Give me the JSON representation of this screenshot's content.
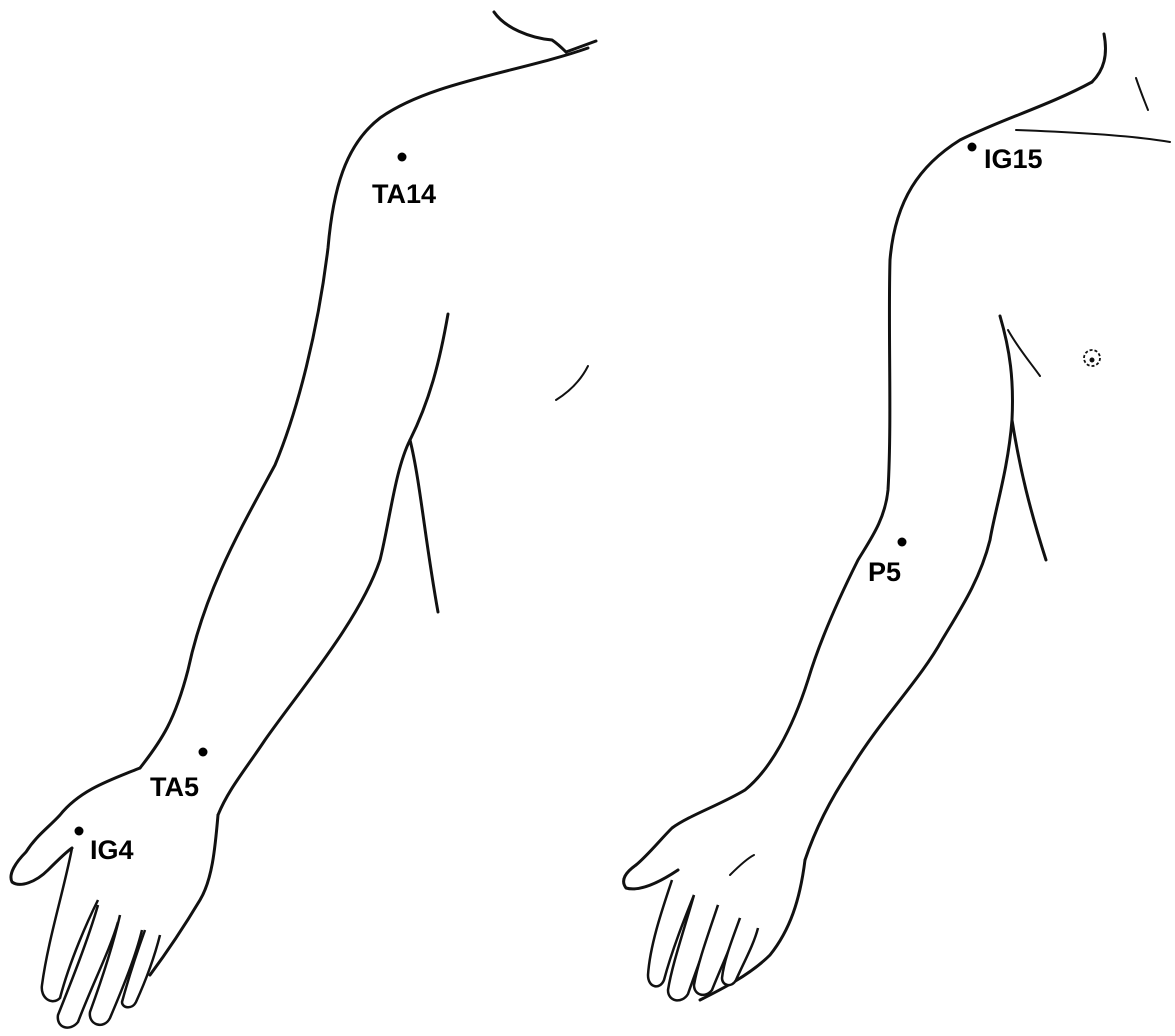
{
  "points": [
    {
      "id": "ta14",
      "label": "TA14"
    },
    {
      "id": "ta5",
      "label": "TA5"
    },
    {
      "id": "ig4",
      "label": "IG4"
    },
    {
      "id": "ig15",
      "label": "IG15"
    },
    {
      "id": "p5",
      "label": "P5"
    }
  ]
}
